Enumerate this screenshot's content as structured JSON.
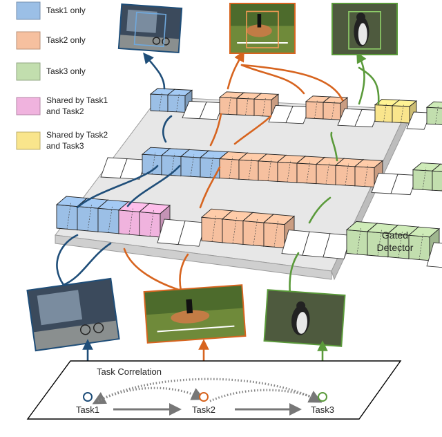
{
  "legend": {
    "items": [
      {
        "lines": [
          "Task1 only"
        ],
        "color": "#9bbfe6"
      },
      {
        "lines": [
          "Task2 only"
        ],
        "color": "#f6c09f"
      },
      {
        "lines": [
          "Task3 only"
        ],
        "color": "#c2deae"
      },
      {
        "lines": [
          "Shared by Task1",
          "and Task2"
        ],
        "color": "#f0b3de"
      },
      {
        "lines": [
          "Shared by Task2",
          "and Task3"
        ],
        "color": "#f9e58c"
      }
    ]
  },
  "detector": {
    "label_line1": "Gated",
    "label_line2": "Detector"
  },
  "correlation": {
    "label": "Task Correlation",
    "tasks": [
      {
        "label": "Task1",
        "color": "#1f4e79"
      },
      {
        "label": "Task2",
        "color": "#d7641f"
      },
      {
        "label": "Task3",
        "color": "#5a9a3a"
      }
    ]
  },
  "images": {
    "input": [
      {
        "name": "street scene with bicycle"
      },
      {
        "name": "horse rider"
      },
      {
        "name": "penguin"
      }
    ],
    "output": [
      {
        "name": "street scene with bicycle"
      },
      {
        "name": "horse rider"
      },
      {
        "name": "penguin"
      }
    ]
  },
  "colors": {
    "task1": "#9bbfe6",
    "task2": "#f6c09f",
    "task3": "#c2deae",
    "shared12": "#f0b3de",
    "shared23": "#f9e58c",
    "line_blue": "#1f4e79",
    "line_orange": "#d7641f",
    "line_green": "#5a9a3a"
  }
}
